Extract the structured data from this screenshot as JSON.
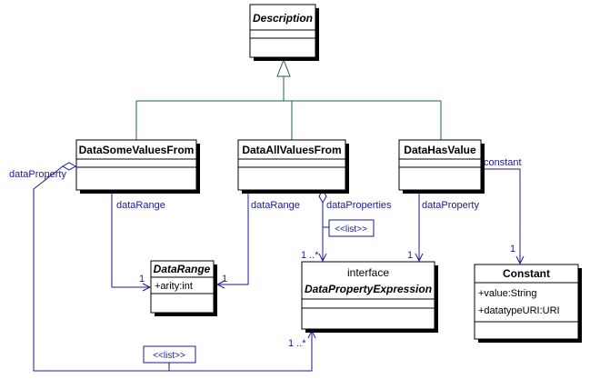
{
  "classes": {
    "description": {
      "name": "Description"
    },
    "data_some_values_from": {
      "name": "DataSomeValuesFrom"
    },
    "data_all_values_from": {
      "name": "DataAllValuesFrom"
    },
    "data_has_value": {
      "name": "DataHasValue"
    },
    "data_range": {
      "name": "DataRange",
      "attributes": [
        "+arity:int"
      ]
    },
    "data_property_expression": {
      "stereotype": "interface",
      "name": "DataPropertyExpression"
    },
    "constant": {
      "name": "Constant",
      "attributes": [
        "+value:String",
        "+datatypeURI:URI"
      ]
    }
  },
  "labels": {
    "data_property_left": "dataProperty",
    "data_range_some": "dataRange",
    "data_range_all": "dataRange",
    "data_properties": "dataProperties",
    "data_property_has_value": "dataProperty",
    "constant_role": "constant",
    "list_note_top": "<<list>>",
    "list_note_bottom": "<<list>>",
    "mult_range_1a": "1",
    "mult_range_1b": "1",
    "mult_dpe_top": "1 ..*",
    "mult_dpe_has_value": "1",
    "mult_dpe_bottom": "1 ..*",
    "mult_constant": "1"
  },
  "colors": {
    "association": "#1a1a9c",
    "generalization": "#1f5f5f"
  }
}
